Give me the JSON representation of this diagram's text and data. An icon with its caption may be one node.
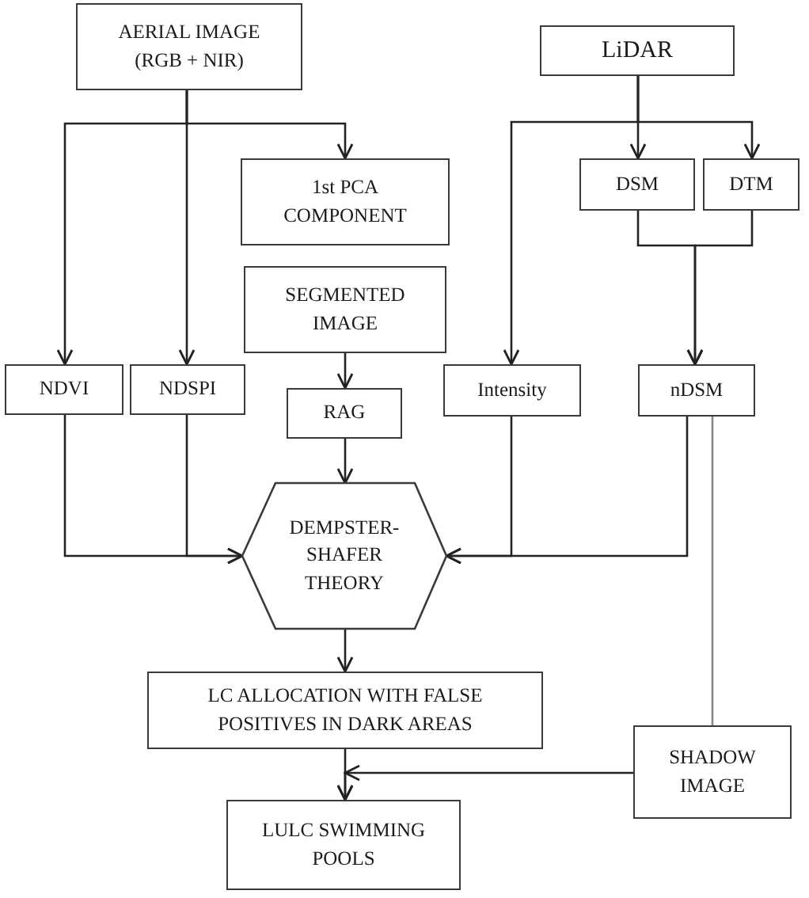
{
  "diagram": {
    "nodes": [
      {
        "text": [
          "AERIAL IMAGE (RGB + NIR)"
        ]
      },
      {
        "text": [
          "LiDAR"
        ]
      },
      {
        "text": [
          "1st PCA COMPONENT"
        ]
      },
      {
        "text": [
          "DSM"
        ]
      },
      {
        "text": [
          "DTM"
        ]
      },
      {
        "text": [
          "SEGMENTED IMAGE"
        ]
      },
      {
        "text": [
          "NDVI"
        ]
      },
      {
        "text": [
          "NDSPI"
        ]
      },
      {
        "text": [
          "RAG"
        ]
      },
      {
        "text": [
          "Intensity"
        ]
      },
      {
        "text": [
          "nDSM"
        ]
      },
      {
        "text": [
          "DEMPSTER- SHAFER THEORY"
        ]
      },
      {
        "text": [
          "LC ALLOCATION WITH FALSE POSITIVES IN DARK AREAS"
        ]
      },
      {
        "text": [
          "SHADOW IMAGE"
        ]
      },
      {
        "text": [
          "LULC SWIMMING POOLS"
        ]
      }
    ],
    "edges": [
      {
        "from": 0,
        "to": 6,
        "arrow": "to"
      },
      {
        "from": 0,
        "to": 7,
        "arrow": "to"
      },
      {
        "from": 0,
        "to": 2,
        "arrow": "to"
      },
      {
        "from": 1,
        "to": 3,
        "arrow": "to"
      },
      {
        "from": 1,
        "to": 4,
        "arrow": "to"
      },
      {
        "from": 1,
        "to": 9,
        "arrow": "to"
      },
      {
        "from": 3,
        "to": 10,
        "arrow": "to"
      },
      {
        "from": 4,
        "to": 10,
        "arrow": "to"
      },
      {
        "from": 5,
        "to": 8,
        "arrow": "to"
      },
      {
        "from": 6,
        "to": 11,
        "arrow": "to"
      },
      {
        "from": 7,
        "to": 11,
        "arrow": "to"
      },
      {
        "from": 8,
        "to": 11,
        "arrow": "to"
      },
      {
        "from": 9,
        "to": 11,
        "arrow": "to"
      },
      {
        "from": 10,
        "to": 11,
        "arrow": "to"
      },
      {
        "from": 10,
        "to": 13,
        "arrow": "none",
        "color": "#888888"
      },
      {
        "from": 11,
        "to": 12,
        "arrow": "to"
      },
      {
        "from": 12,
        "to": 14,
        "arrow": "to"
      },
      {
        "from": 13,
        "to": 14,
        "arrow": "to"
      }
    ]
  }
}
